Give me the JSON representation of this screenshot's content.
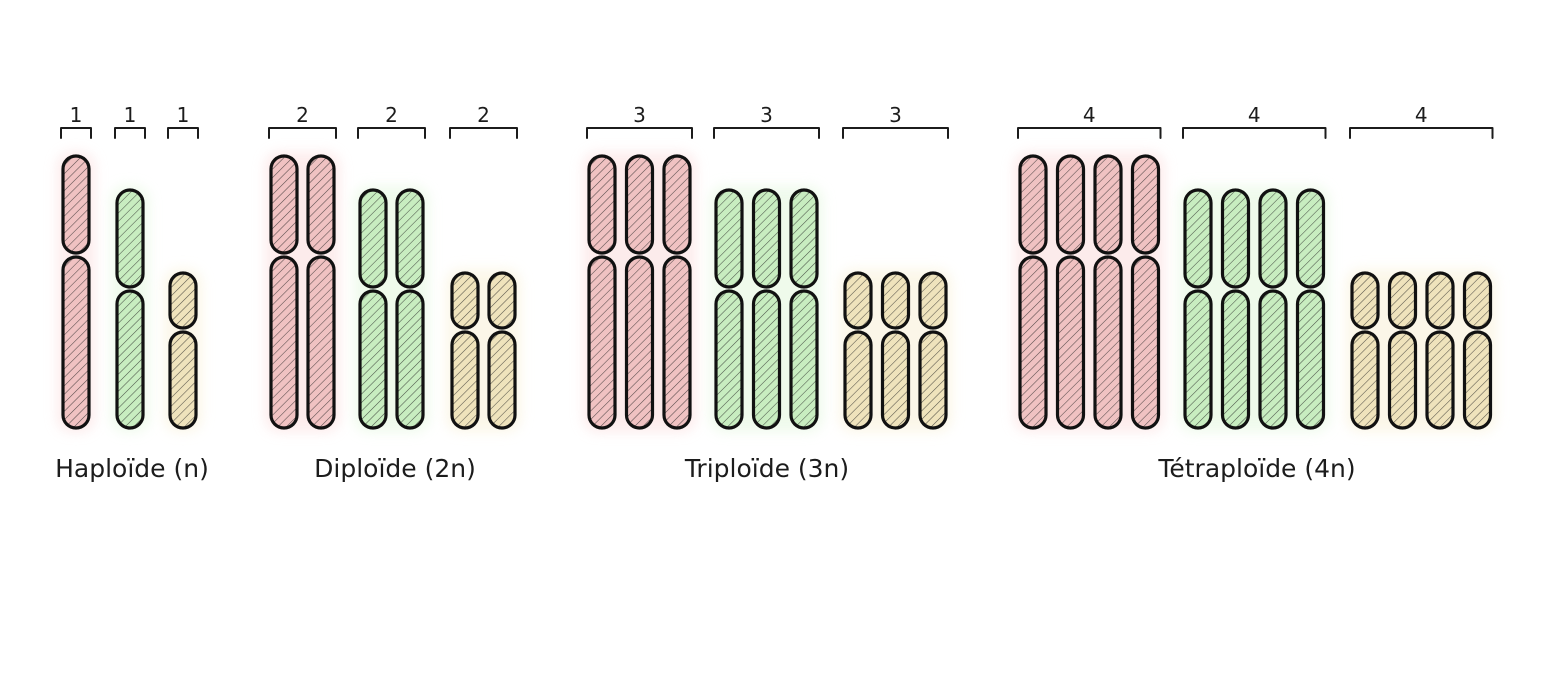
{
  "colors": {
    "red": {
      "fill": "#f0c2c2",
      "glow": "#fbdcdc"
    },
    "green": {
      "fill": "#c8edc0",
      "glow": "#e2f7dc"
    },
    "yellow": {
      "fill": "#efe3bc",
      "glow": "#f8f0d6"
    },
    "outline": "#111111",
    "hatch": "#222222"
  },
  "groups": [
    {
      "label": "Haploïde (n)",
      "sets": [
        {
          "color": "red",
          "count_label": "1",
          "copies": 1
        },
        {
          "color": "green",
          "count_label": "1",
          "copies": 1
        },
        {
          "color": "yellow",
          "count_label": "1",
          "copies": 1
        }
      ]
    },
    {
      "label": "Diploïde (2n)",
      "sets": [
        {
          "color": "red",
          "count_label": "2",
          "copies": 2
        },
        {
          "color": "green",
          "count_label": "2",
          "copies": 2
        },
        {
          "color": "yellow",
          "count_label": "2",
          "copies": 2
        }
      ]
    },
    {
      "label": "Triploïde (3n)",
      "sets": [
        {
          "color": "red",
          "count_label": "3",
          "copies": 3
        },
        {
          "color": "green",
          "count_label": "3",
          "copies": 3
        },
        {
          "color": "yellow",
          "count_label": "3",
          "copies": 3
        }
      ]
    },
    {
      "label": "Tétraploïde (4n)",
      "sets": [
        {
          "color": "red",
          "count_label": "4",
          "copies": 4
        },
        {
          "color": "green",
          "count_label": "4",
          "copies": 4
        },
        {
          "color": "yellow",
          "count_label": "4",
          "copies": 4
        }
      ]
    }
  ]
}
